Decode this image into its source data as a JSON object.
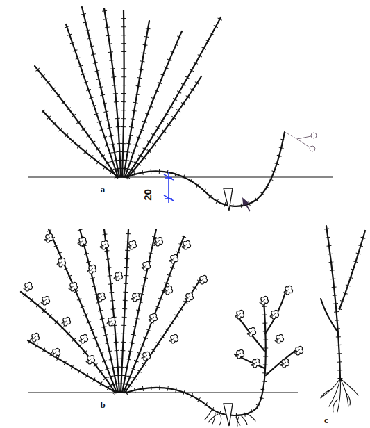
{
  "diagram": {
    "labels": [
      "a",
      "20",
      "b",
      "c"
    ]
  }
}
